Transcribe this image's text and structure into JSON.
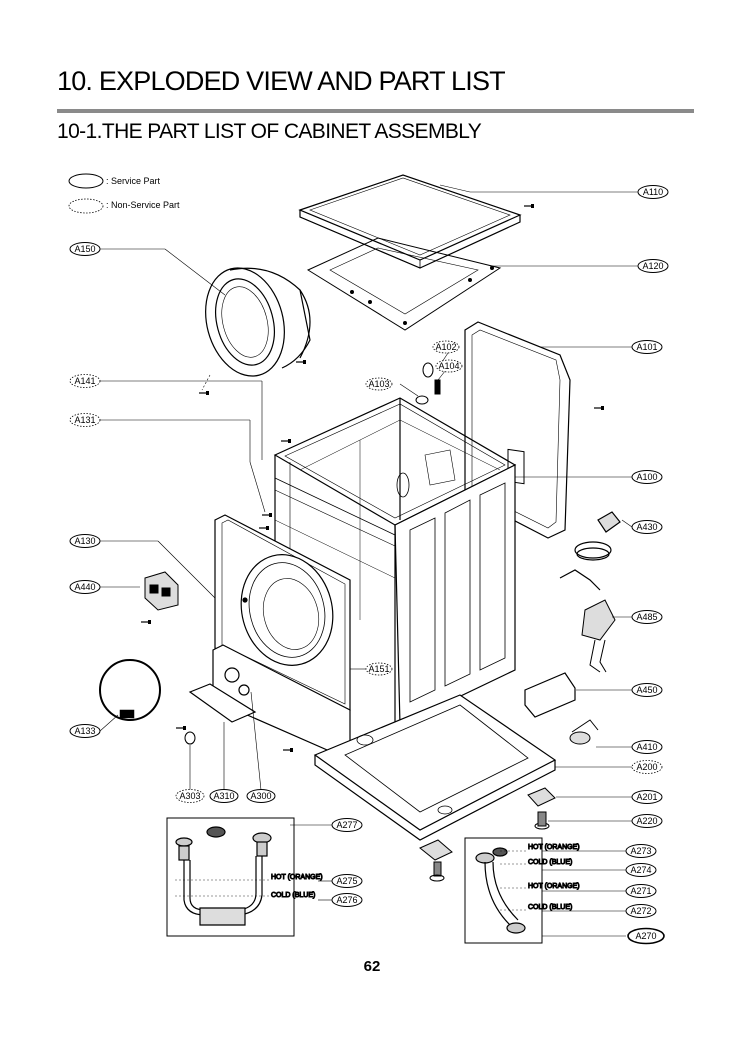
{
  "header": {
    "title": "10. EXPLODED VIEW AND PART LIST",
    "subtitle": "10-1.THE PART LIST OF CABINET ASSEMBLY"
  },
  "legend": {
    "service": ": Service Part",
    "non_service": ": Non-Service Part"
  },
  "parts": {
    "A110": "A110",
    "A120": "A120",
    "A150": "A150",
    "A101": "A101",
    "A102": "A102",
    "A104": "A104",
    "A103": "A103",
    "A141": "A141",
    "A131": "A131",
    "A100": "A100",
    "A430": "A430",
    "A130": "A130",
    "A440": "A440",
    "A485": "A485",
    "A151": "A151",
    "A450": "A450",
    "A133": "A133",
    "A410": "A410",
    "A200": "A200",
    "A303": "A303",
    "A310": "A310",
    "A300": "A300",
    "A201": "A201",
    "A220": "A220",
    "A277": "A277",
    "A273": "A273",
    "A274": "A274",
    "A275": "A275",
    "A271": "A271",
    "A276": "A276",
    "A272": "A272",
    "A270": "A270"
  },
  "hose_labels": {
    "hot_orange": "HOT (ORANGE)",
    "cold_blue": "COLD (BLUE)"
  },
  "footer": {
    "page_number": "62"
  }
}
